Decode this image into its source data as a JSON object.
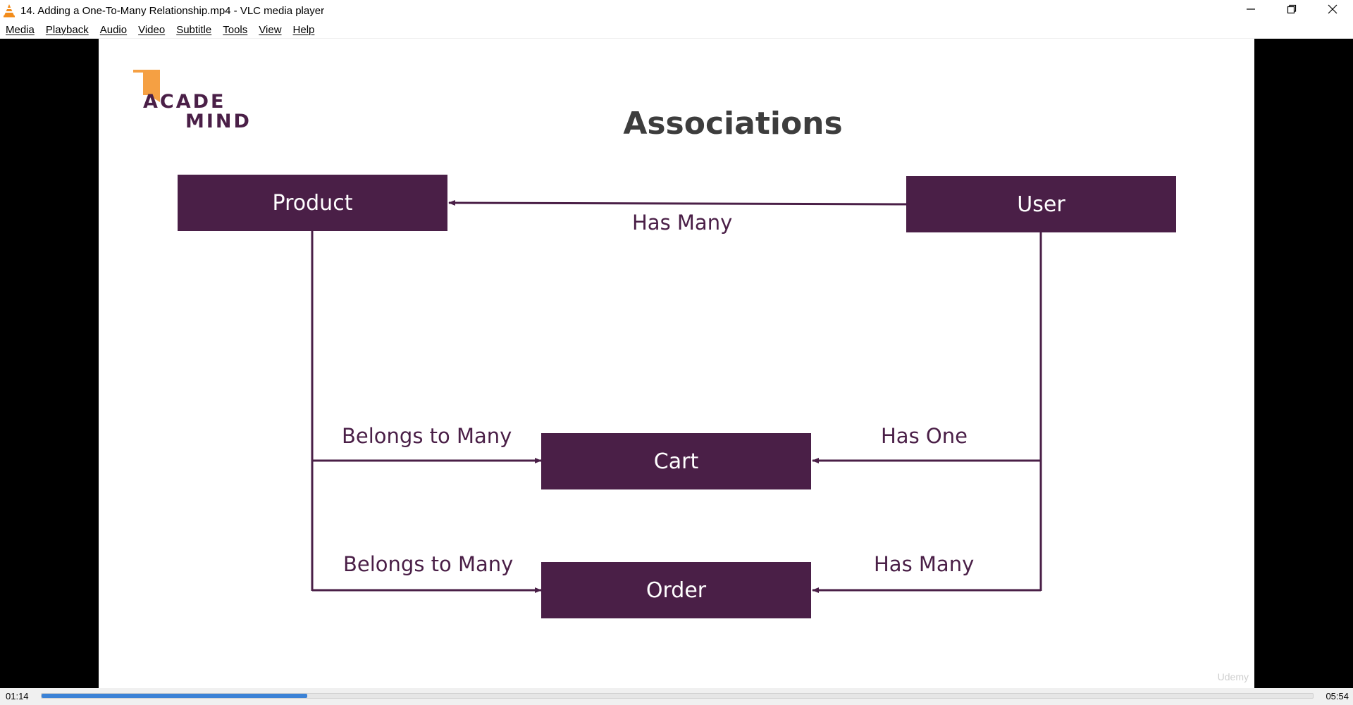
{
  "window": {
    "title": "14. Adding a One-To-Many Relationship.mp4 - VLC media player",
    "app_icon": "vlc-cone-icon",
    "controls": [
      "minimize-icon",
      "restore-icon",
      "close-icon"
    ]
  },
  "menu": {
    "items": [
      "Media",
      "Playback",
      "Audio",
      "Video",
      "Subtitle",
      "Tools",
      "View",
      "Help"
    ]
  },
  "slide": {
    "logo_line1": "ACADE",
    "logo_line2": "MIND",
    "title": "Associations",
    "boxes": {
      "product": "Product",
      "user": "User",
      "cart": "Cart",
      "order": "Order"
    },
    "labels": {
      "user_product": "Has Many",
      "product_cart": "Belongs to Many",
      "user_cart": "Has One",
      "product_order": "Belongs to Many",
      "user_order": "Has Many"
    },
    "watermark": "Udemy",
    "colors": {
      "box": "#4a1f47",
      "logo_accent": "#f5a043",
      "title": "#3d3d3d"
    }
  },
  "player": {
    "elapsed": "01:14",
    "total": "05:54",
    "progress_fraction": 0.209,
    "progress_color": "#3b82d6"
  }
}
